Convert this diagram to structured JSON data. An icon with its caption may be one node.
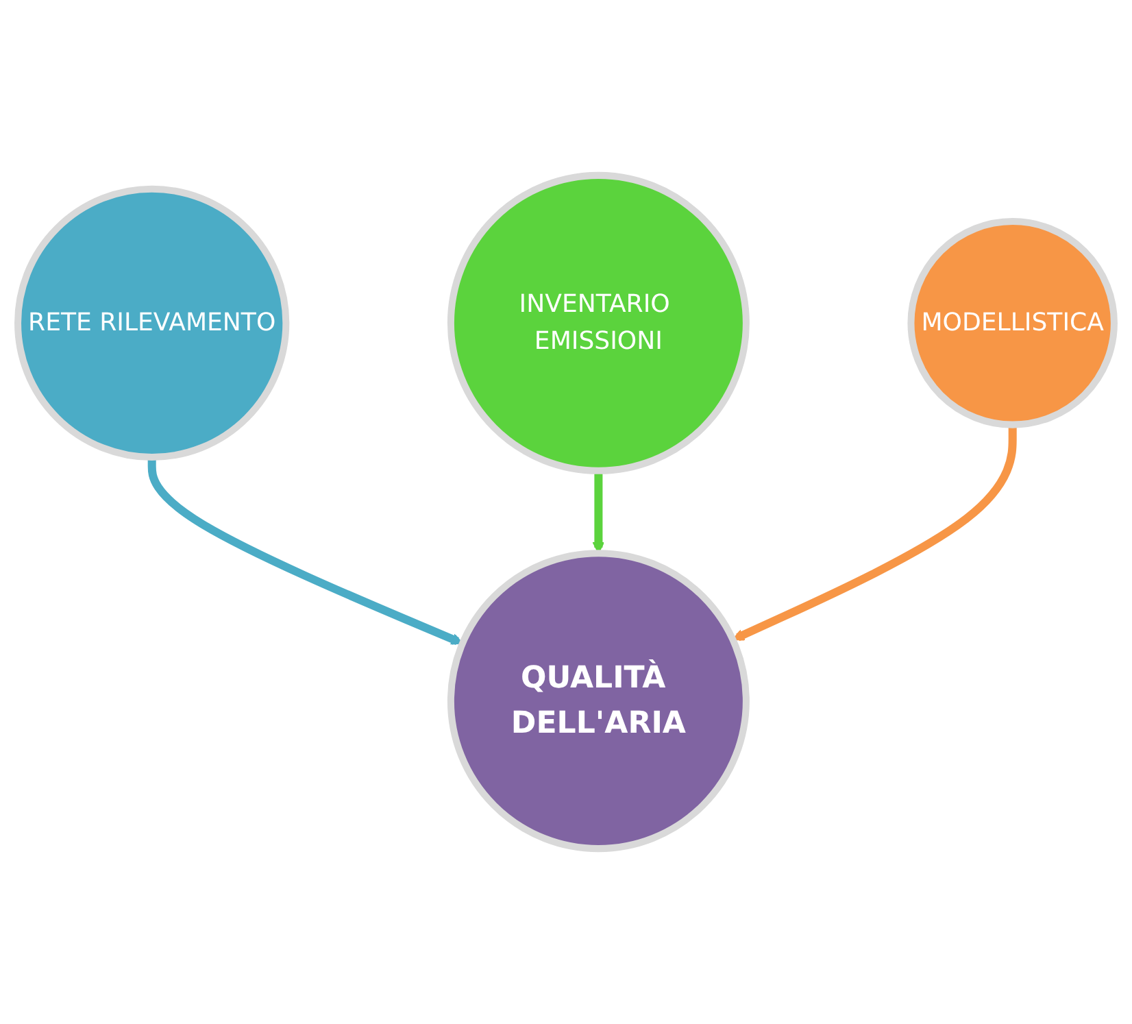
{
  "diagram": {
    "nodes": [
      {
        "text": [
          "RETE RILEVAMENTO"
        ]
      },
      {
        "text": [
          "QUALITÀ DELL'ARIA"
        ]
      },
      {
        "text": [
          "INVENTARIO EMISSIONI"
        ]
      },
      {
        "text": [
          "MODELLISTICA"
        ]
      }
    ],
    "edges": [
      {
        "from": 0,
        "to": 1,
        "arrow": "to",
        "color": "#4bacc6"
      },
      {
        "from": 2,
        "to": 1,
        "arrow": "to",
        "color": "#5bd33d"
      },
      {
        "from": 3,
        "to": 1,
        "arrow": "to",
        "color": "#f79646"
      }
    ]
  }
}
